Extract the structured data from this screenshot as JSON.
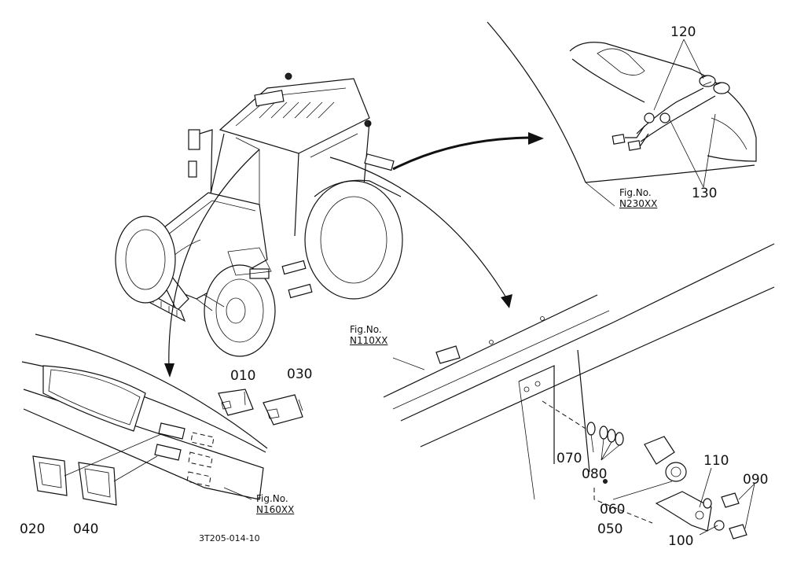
{
  "part_labels": [
    {
      "id": "p120",
      "text": "120"
    },
    {
      "id": "p130",
      "text": "130"
    },
    {
      "id": "p010",
      "text": "010"
    },
    {
      "id": "p030",
      "text": "030"
    },
    {
      "id": "p020",
      "text": "020"
    },
    {
      "id": "p040",
      "text": "040"
    },
    {
      "id": "p070",
      "text": "070"
    },
    {
      "id": "p080",
      "text": "080"
    },
    {
      "id": "p110",
      "text": "110"
    },
    {
      "id": "p090",
      "text": "090"
    },
    {
      "id": "p060",
      "text": "060"
    },
    {
      "id": "p050",
      "text": "050"
    },
    {
      "id": "p100",
      "text": "100"
    }
  ],
  "figure_refs": [
    {
      "id": "n230",
      "caption": "Fig.No.",
      "number": "N230XX"
    },
    {
      "id": "n110",
      "caption": "Fig.No.",
      "number": "N110XX"
    },
    {
      "id": "n160",
      "caption": "Fig.No.",
      "number": "N160XX"
    }
  ],
  "drawing_code": "3T205-014-10"
}
